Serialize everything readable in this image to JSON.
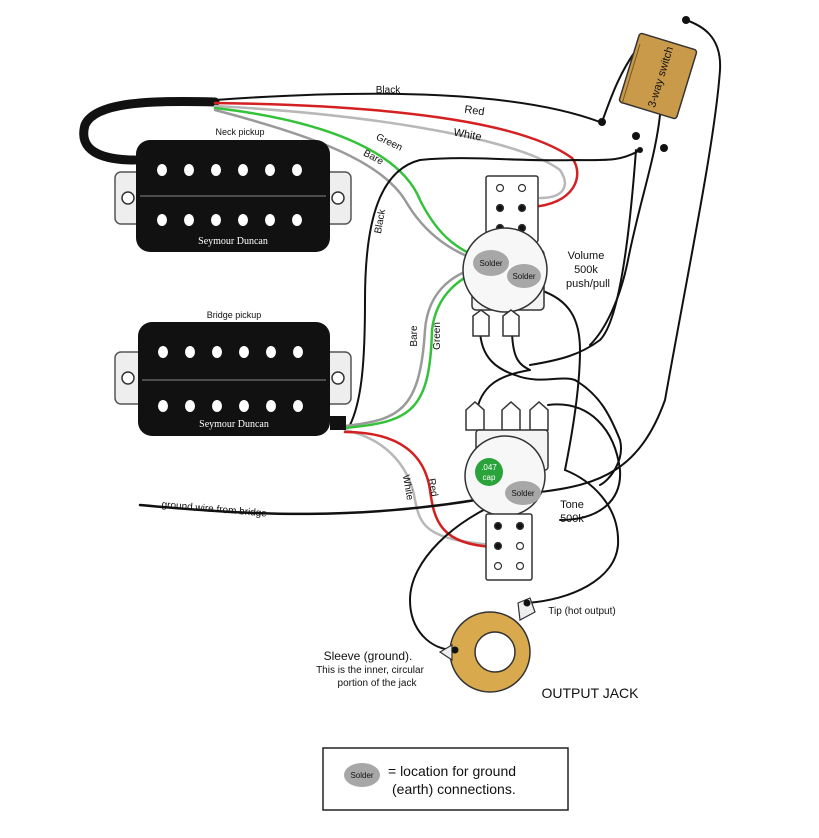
{
  "pickups": {
    "neck": {
      "label": "Neck pickup",
      "brand": "Seymour Duncan"
    },
    "bridge": {
      "label": "Bridge pickup",
      "brand": "Seymour Duncan"
    }
  },
  "wire_labels": {
    "black_top": "Black",
    "red_top": "Red",
    "white_top": "White",
    "green_top": "Green",
    "bare_top": "Bare",
    "black_side": "Black",
    "bare_mid": "Bare",
    "green_mid": "Green",
    "white_low": "White",
    "red_low": "Red"
  },
  "switch": {
    "label": "3-way switch"
  },
  "volume": {
    "line1": "Volume",
    "line2": "500k",
    "line3": "push/pull"
  },
  "tone": {
    "line1": "Tone",
    "line2": "500k"
  },
  "solder_label": "Solder",
  "cap": {
    "line1": ".047",
    "line2": "cap"
  },
  "ground_wire": "ground wire from bridge",
  "tip": "Tip (hot output)",
  "sleeve": {
    "line1": "Sleeve (ground).",
    "line2": "This is the inner, circular",
    "line3": "portion of the jack"
  },
  "output_jack": "OUTPUT JACK",
  "legend": {
    "solder": "Solder",
    "line1": "= location for ground",
    "line2": "(earth) connections."
  },
  "colors": {
    "black_wire": "#111111",
    "red_wire": "#d42020",
    "white_wire": "#b8b8b8",
    "green_wire": "#35c23a",
    "bare_wire": "#9a9a9a",
    "switch_body": "#c99a4a",
    "cap": "#2aa33a",
    "solder": "#a7a7a7",
    "jack": "#d9a94e"
  }
}
